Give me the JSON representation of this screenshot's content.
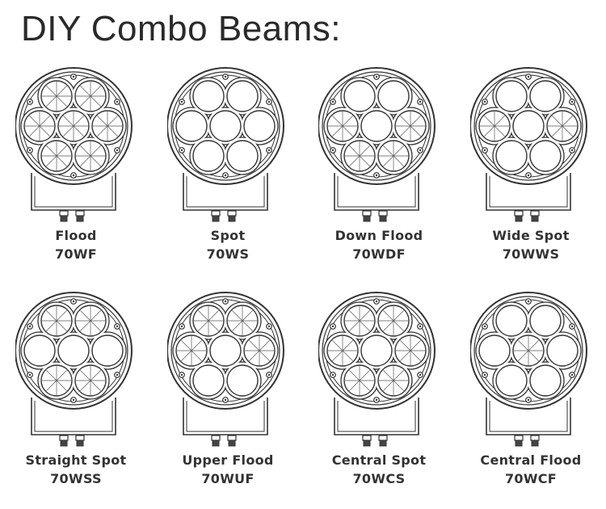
{
  "title": "DIY Combo Beams:",
  "beams": [
    {
      "name": "Flood",
      "code": "70WF",
      "pattern": [
        "flood",
        "flood",
        "flood",
        "flood",
        "flood",
        "flood",
        "flood"
      ]
    },
    {
      "name": "Spot",
      "code": "70WS",
      "pattern": [
        "spot",
        "spot",
        "spot",
        "spot",
        "spot",
        "spot",
        "spot"
      ]
    },
    {
      "name": "Down Flood",
      "code": "70WDF",
      "pattern": [
        "spot",
        "spot",
        "flood",
        "spot",
        "flood",
        "flood",
        "flood"
      ]
    },
    {
      "name": "Wide Spot",
      "code": "70WWS",
      "pattern": [
        "spot",
        "spot",
        "flood",
        "spot",
        "flood",
        "spot",
        "spot"
      ]
    },
    {
      "name": "Straight Spot",
      "code": "70WSS",
      "pattern": [
        "flood",
        "flood",
        "spot",
        "spot",
        "spot",
        "flood",
        "flood"
      ]
    },
    {
      "name": "Upper Flood",
      "code": "70WUF",
      "pattern": [
        "flood",
        "flood",
        "flood",
        "spot",
        "flood",
        "spot",
        "spot"
      ]
    },
    {
      "name": "Central Spot",
      "code": "70WCS",
      "pattern": [
        "flood",
        "flood",
        "flood",
        "spot",
        "flood",
        "flood",
        "flood"
      ]
    },
    {
      "name": "Central Flood",
      "code": "70WCF",
      "pattern": [
        "spot",
        "spot",
        "spot",
        "flood",
        "spot",
        "spot",
        "spot"
      ]
    }
  ]
}
